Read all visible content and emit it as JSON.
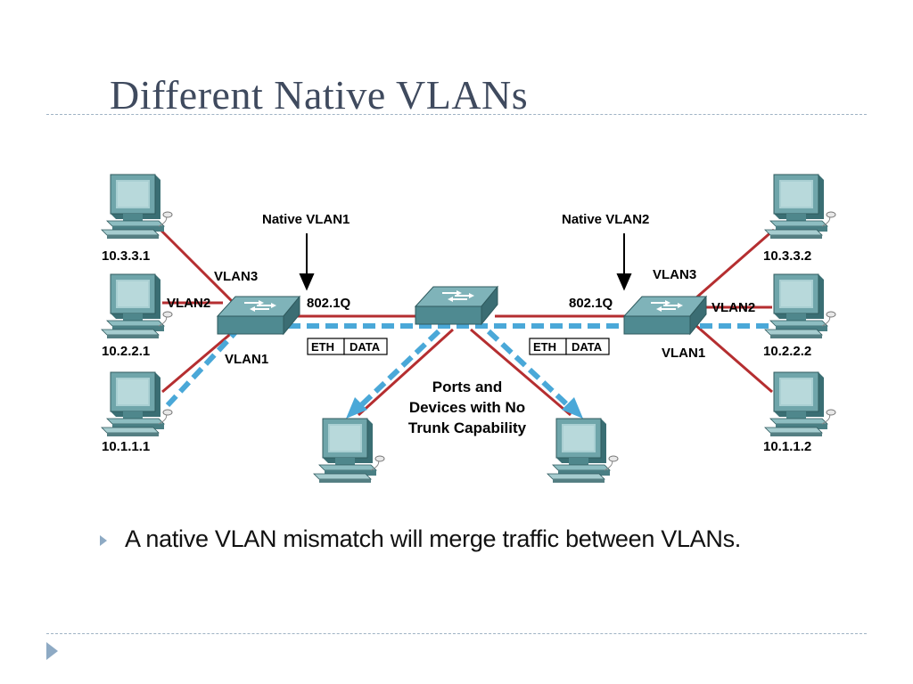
{
  "slide": {
    "title": "Different Native VLANs",
    "bullet": "A native VLAN mismatch will merge traffic between VLANs."
  },
  "diagram": {
    "native_left": "Native VLAN1",
    "native_right": "Native VLAN2",
    "trunk_left": "802.1Q",
    "trunk_right": "802.1Q",
    "frame_left": {
      "eth": "ETH",
      "data": "DATA"
    },
    "frame_right": {
      "eth": "ETH",
      "data": "DATA"
    },
    "left_vlans": {
      "vlan3": "VLAN3",
      "vlan2": "VLAN2",
      "vlan1": "VLAN1"
    },
    "right_vlans": {
      "vlan3": "VLAN3",
      "vlan2": "VLAN2",
      "vlan1": "VLAN1"
    },
    "left_hosts": [
      "10.3.3.1",
      "10.2.2.1",
      "10.1.1.1"
    ],
    "right_hosts": [
      "10.3.3.2",
      "10.2.2.2",
      "10.1.1.2"
    ],
    "ports_label": [
      "Ports and",
      "Devices with No",
      "Trunk Capability"
    ],
    "colors": {
      "link": "#b52e30",
      "flow": "#4aa8d8",
      "switch": "#5f9ea6"
    }
  }
}
